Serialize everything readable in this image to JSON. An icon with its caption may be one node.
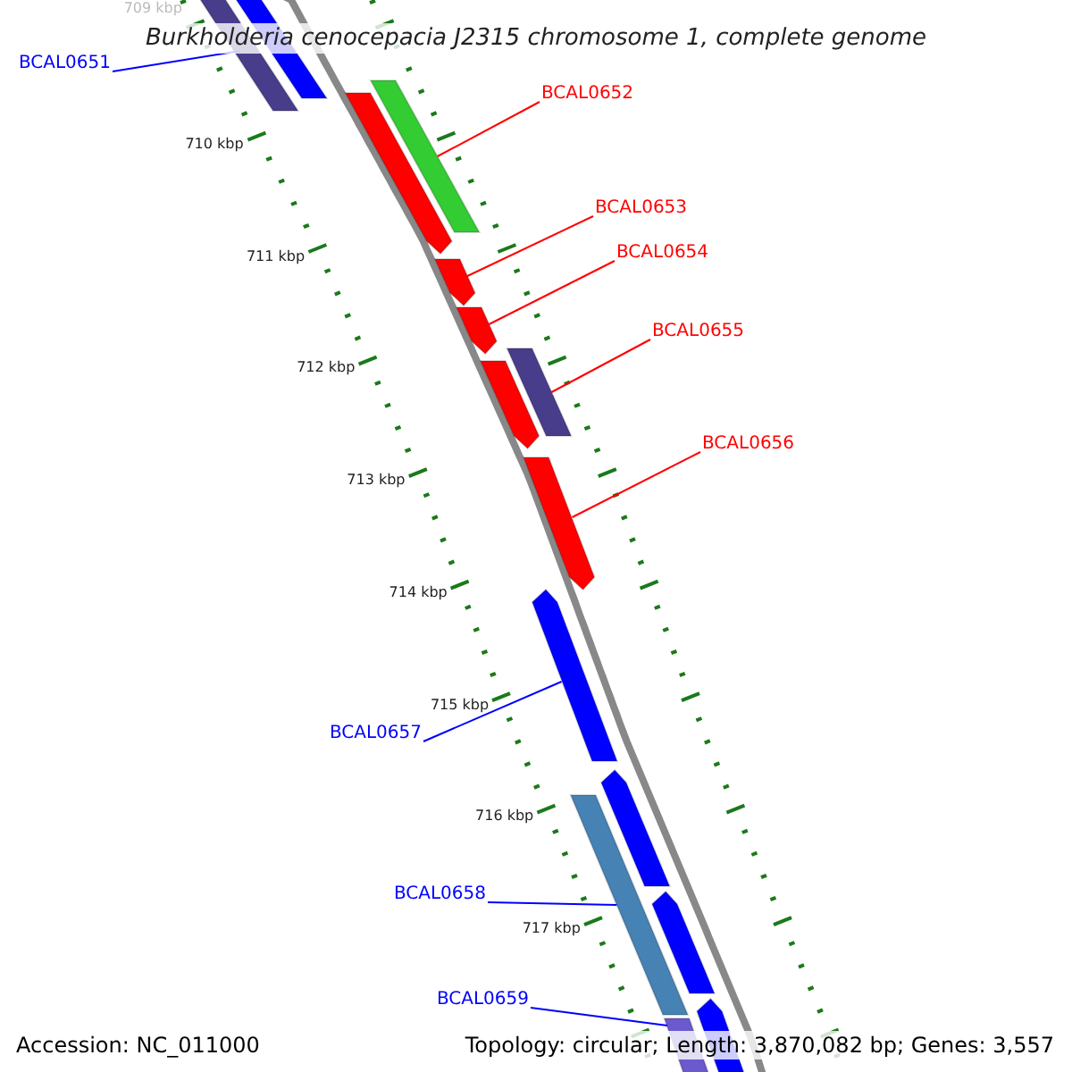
{
  "diagram": {
    "title": "Burkholderia cenocepacia J2315 chromosome 1, complete genome",
    "nodes": [
      {
        "text": [
          "BCAL0651"
        ]
      },
      {
        "text": [],
        "shape": "bar"
      },
      {
        "text": [
          "BCAL0652"
        ]
      },
      {
        "text": [],
        "shape": "bar"
      },
      {
        "text": [
          "BCAL0653"
        ]
      },
      {
        "text": [],
        "shape": "bar"
      },
      {
        "text": [
          "BCAL0654"
        ]
      },
      {
        "text": [],
        "shape": "bar"
      },
      {
        "text": [
          "BCAL0655"
        ]
      },
      {
        "text": [],
        "shape": "bar"
      },
      {
        "text": [
          "BCAL0656"
        ]
      },
      {
        "text": [],
        "shape": "bar"
      },
      {
        "text": [
          "BCAL0657"
        ]
      },
      {
        "text": [],
        "shape": "bar"
      },
      {
        "text": [
          "BCAL0658"
        ]
      },
      {
        "text": [],
        "shape": "bar"
      },
      {
        "text": [
          "BCAL0659"
        ]
      },
      {
        "text": [],
        "shape": "bar"
      },
      {
        "text": [],
        "shape": "bar"
      },
      {
        "text": [],
        "shape": "bar"
      },
      {
        "text": [],
        "shape": "bar"
      },
      {
        "text": [],
        "shape": "bar"
      },
      {
        "text": [],
        "shape": "bar"
      },
      {
        "text": [],
        "shape": "bar"
      }
    ],
    "edges": [
      {
        "from": 0,
        "to": 1,
        "arrow": "none",
        "color": "#0000ff"
      },
      {
        "from": 2,
        "to": 3,
        "arrow": "none"
      },
      {
        "from": 4,
        "to": 5,
        "arrow": "none"
      },
      {
        "from": 6,
        "to": 7,
        "arrow": "none"
      },
      {
        "from": 8,
        "to": 9,
        "arrow": "none"
      },
      {
        "from": 10,
        "to": 11,
        "arrow": "none"
      },
      {
        "from": 12,
        "to": 13,
        "arrow": "none",
        "color": "#0000ff"
      },
      {
        "from": 14,
        "to": 15,
        "arrow": "none",
        "color": "#0000ff"
      },
      {
        "from": 16,
        "to": 17,
        "arrow": "none",
        "color": "#0000ff"
      }
    ],
    "labels": [
      "709 kbp",
      "710 kbp",
      "711 kbp",
      "712 kbp",
      "713 kbp",
      "714 kbp",
      "715 kbp",
      "716 kbp",
      "717 kbp",
      "Accession: NC_011000",
      "Topology: circular; Length: 3,870,082 bp; Genes: 3,557"
    ]
  }
}
